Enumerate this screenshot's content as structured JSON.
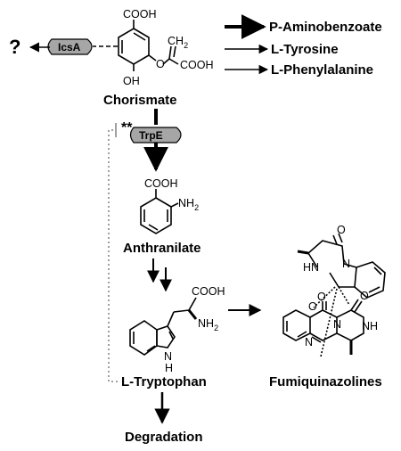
{
  "unknown_mark": "?",
  "enzymes": {
    "icsa": "IcsA",
    "trpe": "TrpE",
    "trpe_mark": "**"
  },
  "compounds": {
    "chorismate": "Chorismate",
    "anthranilate": "Anthranilate",
    "tryptophan": "L-Tryptophan",
    "degradation": "Degradation",
    "fumiquinazolines": "Fumiquinazolines",
    "paba": "P-Aminobenzoate",
    "tyrosine": "L-Tyrosine",
    "phenylalanine": "L-Phenylalanine"
  },
  "groups": {
    "cooh": "COOH",
    "oh": "OH",
    "ch2": "CH",
    "ch2_sub": "2",
    "nh2": "NH",
    "nh2_sub": "2",
    "nh": "NH",
    "hn": "HN",
    "n": "N",
    "h": "H",
    "o": "O"
  },
  "colors": {
    "enzyme_fill": "#a6a6a6",
    "feedback_dotted": "#a0a0a0",
    "ink": "#000000"
  }
}
